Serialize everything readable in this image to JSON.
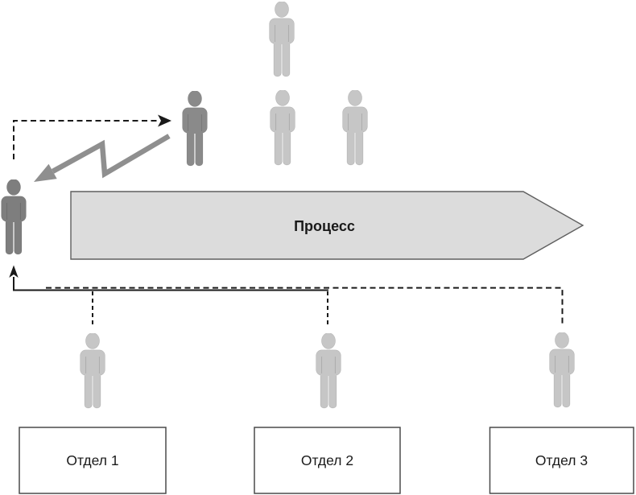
{
  "diagram": {
    "process": {
      "label": "Процесс"
    },
    "departments": [
      {
        "label": "Отдел 1"
      },
      {
        "label": "Отдел 2"
      },
      {
        "label": "Отдел 3"
      }
    ],
    "icons": {
      "person": "person-silhouette-icon",
      "zigzag": "lightning-arrow-icon",
      "dashed_arrow": "dashed-arrow-icon",
      "up_arrow": "up-arrow-icon"
    },
    "colors": {
      "background": "#ffffff",
      "person_light": "#c6c6c6",
      "person_medium": "#8a8a8a",
      "person_dark": "#7e7e7e",
      "process_fill": "#dcdcdc",
      "process_border": "#5f5f5f",
      "box_border": "#4a4a4a",
      "line": "#1a1a1a",
      "zigzag": "#8f8f8f",
      "text": "#1a1a1a"
    }
  }
}
